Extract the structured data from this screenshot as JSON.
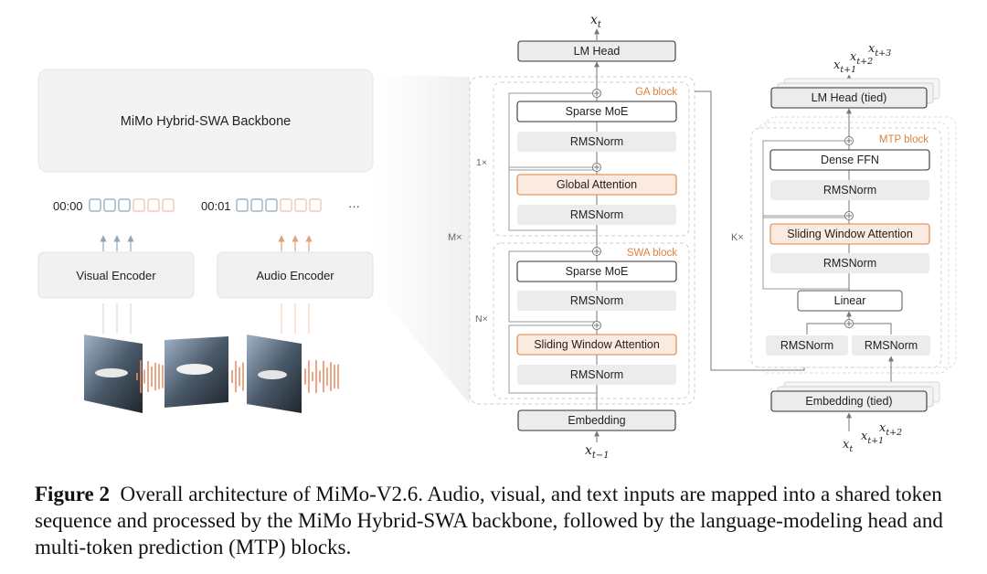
{
  "left": {
    "backbone": "MiMo Hybrid-SWA Backbone",
    "time0": "00:00",
    "time1": "00:01",
    "ellipsis": "···",
    "visual_encoder": "Visual Encoder",
    "audio_encoder": "Audio Encoder"
  },
  "main": {
    "output": "x",
    "output_sub": "t",
    "lm_head": "LM Head",
    "ga_block": "GA block",
    "swa_block": "SWA block",
    "ga_sparse_moe": "Sparse MoE",
    "ga_rmsnorm_top": "RMSNorm",
    "global_attention": "Global Attention",
    "ga_rmsnorm_bottom": "RMSNorm",
    "swa_sparse_moe": "Sparse MoE",
    "swa_rmsnorm_top": "RMSNorm",
    "sliding_window_attention": "Sliding Window Attention",
    "swa_rmsnorm_bottom": "RMSNorm",
    "embedding": "Embedding",
    "input": "x",
    "input_sub": "t−1",
    "rep_1x": "1×",
    "rep_mx": "M×",
    "rep_nx": "N×"
  },
  "mtp": {
    "outputs": [
      {
        "base": "x",
        "sub": "t+1"
      },
      {
        "base": "x",
        "sub": "t+2"
      },
      {
        "base": "x",
        "sub": "t+3"
      }
    ],
    "lm_head_tied": "LM Head (tied)",
    "mtp_block": "MTP block",
    "dense_ffn": "Dense FFN",
    "rmsnorm_1": "RMSNorm",
    "sliding_window_attention": "Sliding Window Attention",
    "rmsnorm_2": "RMSNorm",
    "linear": "Linear",
    "rmsnorm_left": "RMSNorm",
    "rmsnorm_right": "RMSNorm",
    "embedding_tied": "Embedding (tied)",
    "inputs": [
      {
        "base": "x",
        "sub": "t"
      },
      {
        "base": "x",
        "sub": "t+1"
      },
      {
        "base": "x",
        "sub": "t+2"
      }
    ],
    "rep_kx": "K×"
  },
  "caption": {
    "label": "Figure 2",
    "text": "Overall architecture of MiMo-V2.6. Audio, visual, and text inputs are mapped into a shared token sequence and processed by the MiMo Hybrid-SWA backbone, followed by the language-modeling head and multi-token prediction (MTP) blocks."
  },
  "colors": {
    "orange": "#e0823f",
    "orange_fill": "#fbeadf",
    "blue": "#8fa8b8",
    "gray_fill": "#ececec",
    "dashed": "#c8c8c8"
  }
}
